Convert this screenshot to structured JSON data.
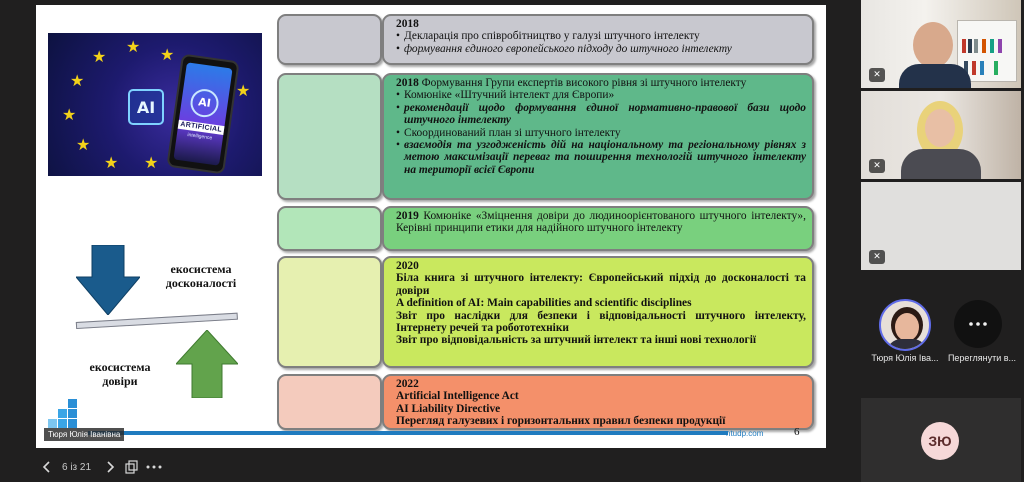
{
  "slide": {
    "image_labels": {
      "chip": "AI",
      "phone_ai": "AI",
      "phone_label": "ARTIFICIAL",
      "phone_sub": "intelligence"
    },
    "eco_excellence": "екосистема досконалості",
    "eco_trust": "екосистема довіри",
    "footer_url": "ntudp.com",
    "page_number": "6",
    "presenter_tag": "Тюря Юлія Іванівна",
    "timeline": {
      "r1": {
        "year": "2018",
        "items": [
          "Декларація про співробітництво у галузі штучного інтелекту",
          "формування єдиного європейського підходу до штучного інтелекту"
        ]
      },
      "r2": {
        "heading_year": "2018",
        "heading_text": "Формування Групи експертів високого рівня зі штучного інтелекту",
        "items": [
          "Комюніке «Штучний інтелект для Європи»",
          "рекомендації щодо формування єдиної нормативно-правової бази щодо штучного інтелекту",
          "Скоординований план зі штучного інтелекту",
          "взаємодія та узгодженість дій на національному та регіональному рівнях з метою максимізації переваг та поширення технологій штучного інтелекту на території всієї Європи"
        ]
      },
      "r3": {
        "year": "2019",
        "text": "Комюніке «Зміцнення довіри до людиноорієнтованого штучного інтелекту», Керівні принципи етики для надійного штучного інтелекту"
      },
      "r4": {
        "year": "2020",
        "line1": "Біла книга зі штучного інтелекту: Європейський підхід до досконалості та довіри",
        "line2": "A definition of AI: Main capabilities and scientific disciplines",
        "line3": "Звіт про наслідки для безпеки і відповідальності штучного інтелекту, Інтернету речей та робототехніки",
        "line4": "Звіт про відповідальність за штучний інтелект та інші нові технології"
      },
      "r5": {
        "year": "2022",
        "line1": "Artificial Intelligence Act",
        "line2": "AI Liability Directive",
        "line3": "Перегляд галузевих і горизонтальних правил безпеки продукції"
      }
    }
  },
  "toolbar": {
    "prev_icon": "chevron-left-icon",
    "page_counter": "6 із 21",
    "next_icon": "chevron-right-icon",
    "copy_icon": "copy-icon",
    "more_icon": "more-horizontal-icon"
  },
  "participants": {
    "avatar_name": "Тюря Юлія Іва...",
    "more_label": "Переглянути в...",
    "self_initials": "ЗЮ"
  },
  "colors": {
    "r1": "#c8c8cf",
    "r2": "#5fb88a",
    "r3": "#79d07e",
    "r4": "#c9e85e",
    "r5": "#f4906a",
    "arrow_down": "#1a5b8c",
    "arrow_up": "#62a34c",
    "accent_avatar": "#5f6be8"
  }
}
